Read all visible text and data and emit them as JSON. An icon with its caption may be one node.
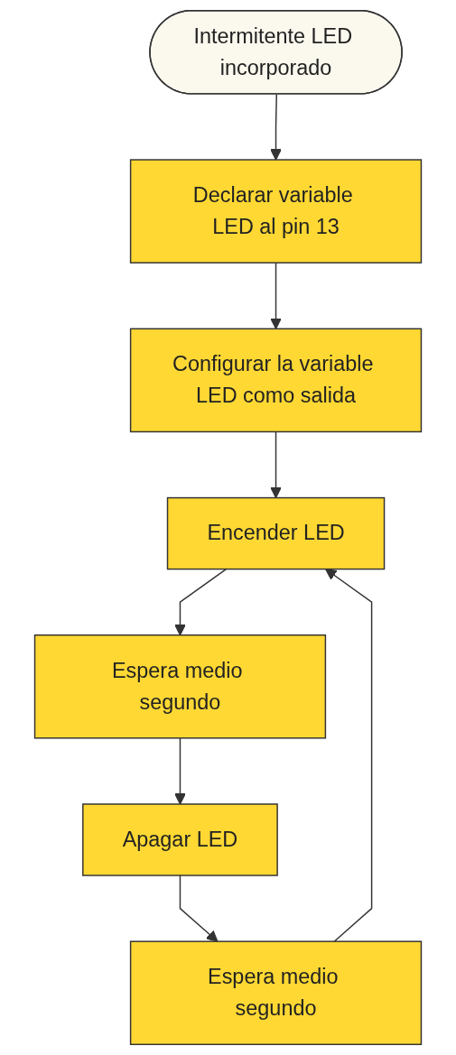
{
  "diagram": {
    "nodes": [
      {
        "text": [
          "Intermitente LED incorporado"
        ]
      },
      {
        "text": [
          "Declarar variable LED al pin 13"
        ]
      },
      {
        "text": [
          "Configurar la variable LED como salida"
        ]
      },
      {
        "text": [
          "Encender LED"
        ]
      },
      {
        "text": [
          "Espera medio segundo"
        ]
      },
      {
        "text": [
          "Apagar LED"
        ]
      },
      {
        "text": [
          "Espera medio segundo"
        ]
      }
    ],
    "edges": [
      {
        "from": 0,
        "to": 1,
        "arrow": "to"
      },
      {
        "from": 1,
        "to": 2,
        "arrow": "to"
      },
      {
        "from": 2,
        "to": 3,
        "arrow": "to"
      },
      {
        "from": 3,
        "to": 4,
        "arrow": "to"
      },
      {
        "from": 4,
        "to": 5,
        "arrow": "to"
      },
      {
        "from": 5,
        "to": 6,
        "arrow": "to"
      },
      {
        "from": 6,
        "to": 3,
        "arrow": "to"
      }
    ]
  }
}
